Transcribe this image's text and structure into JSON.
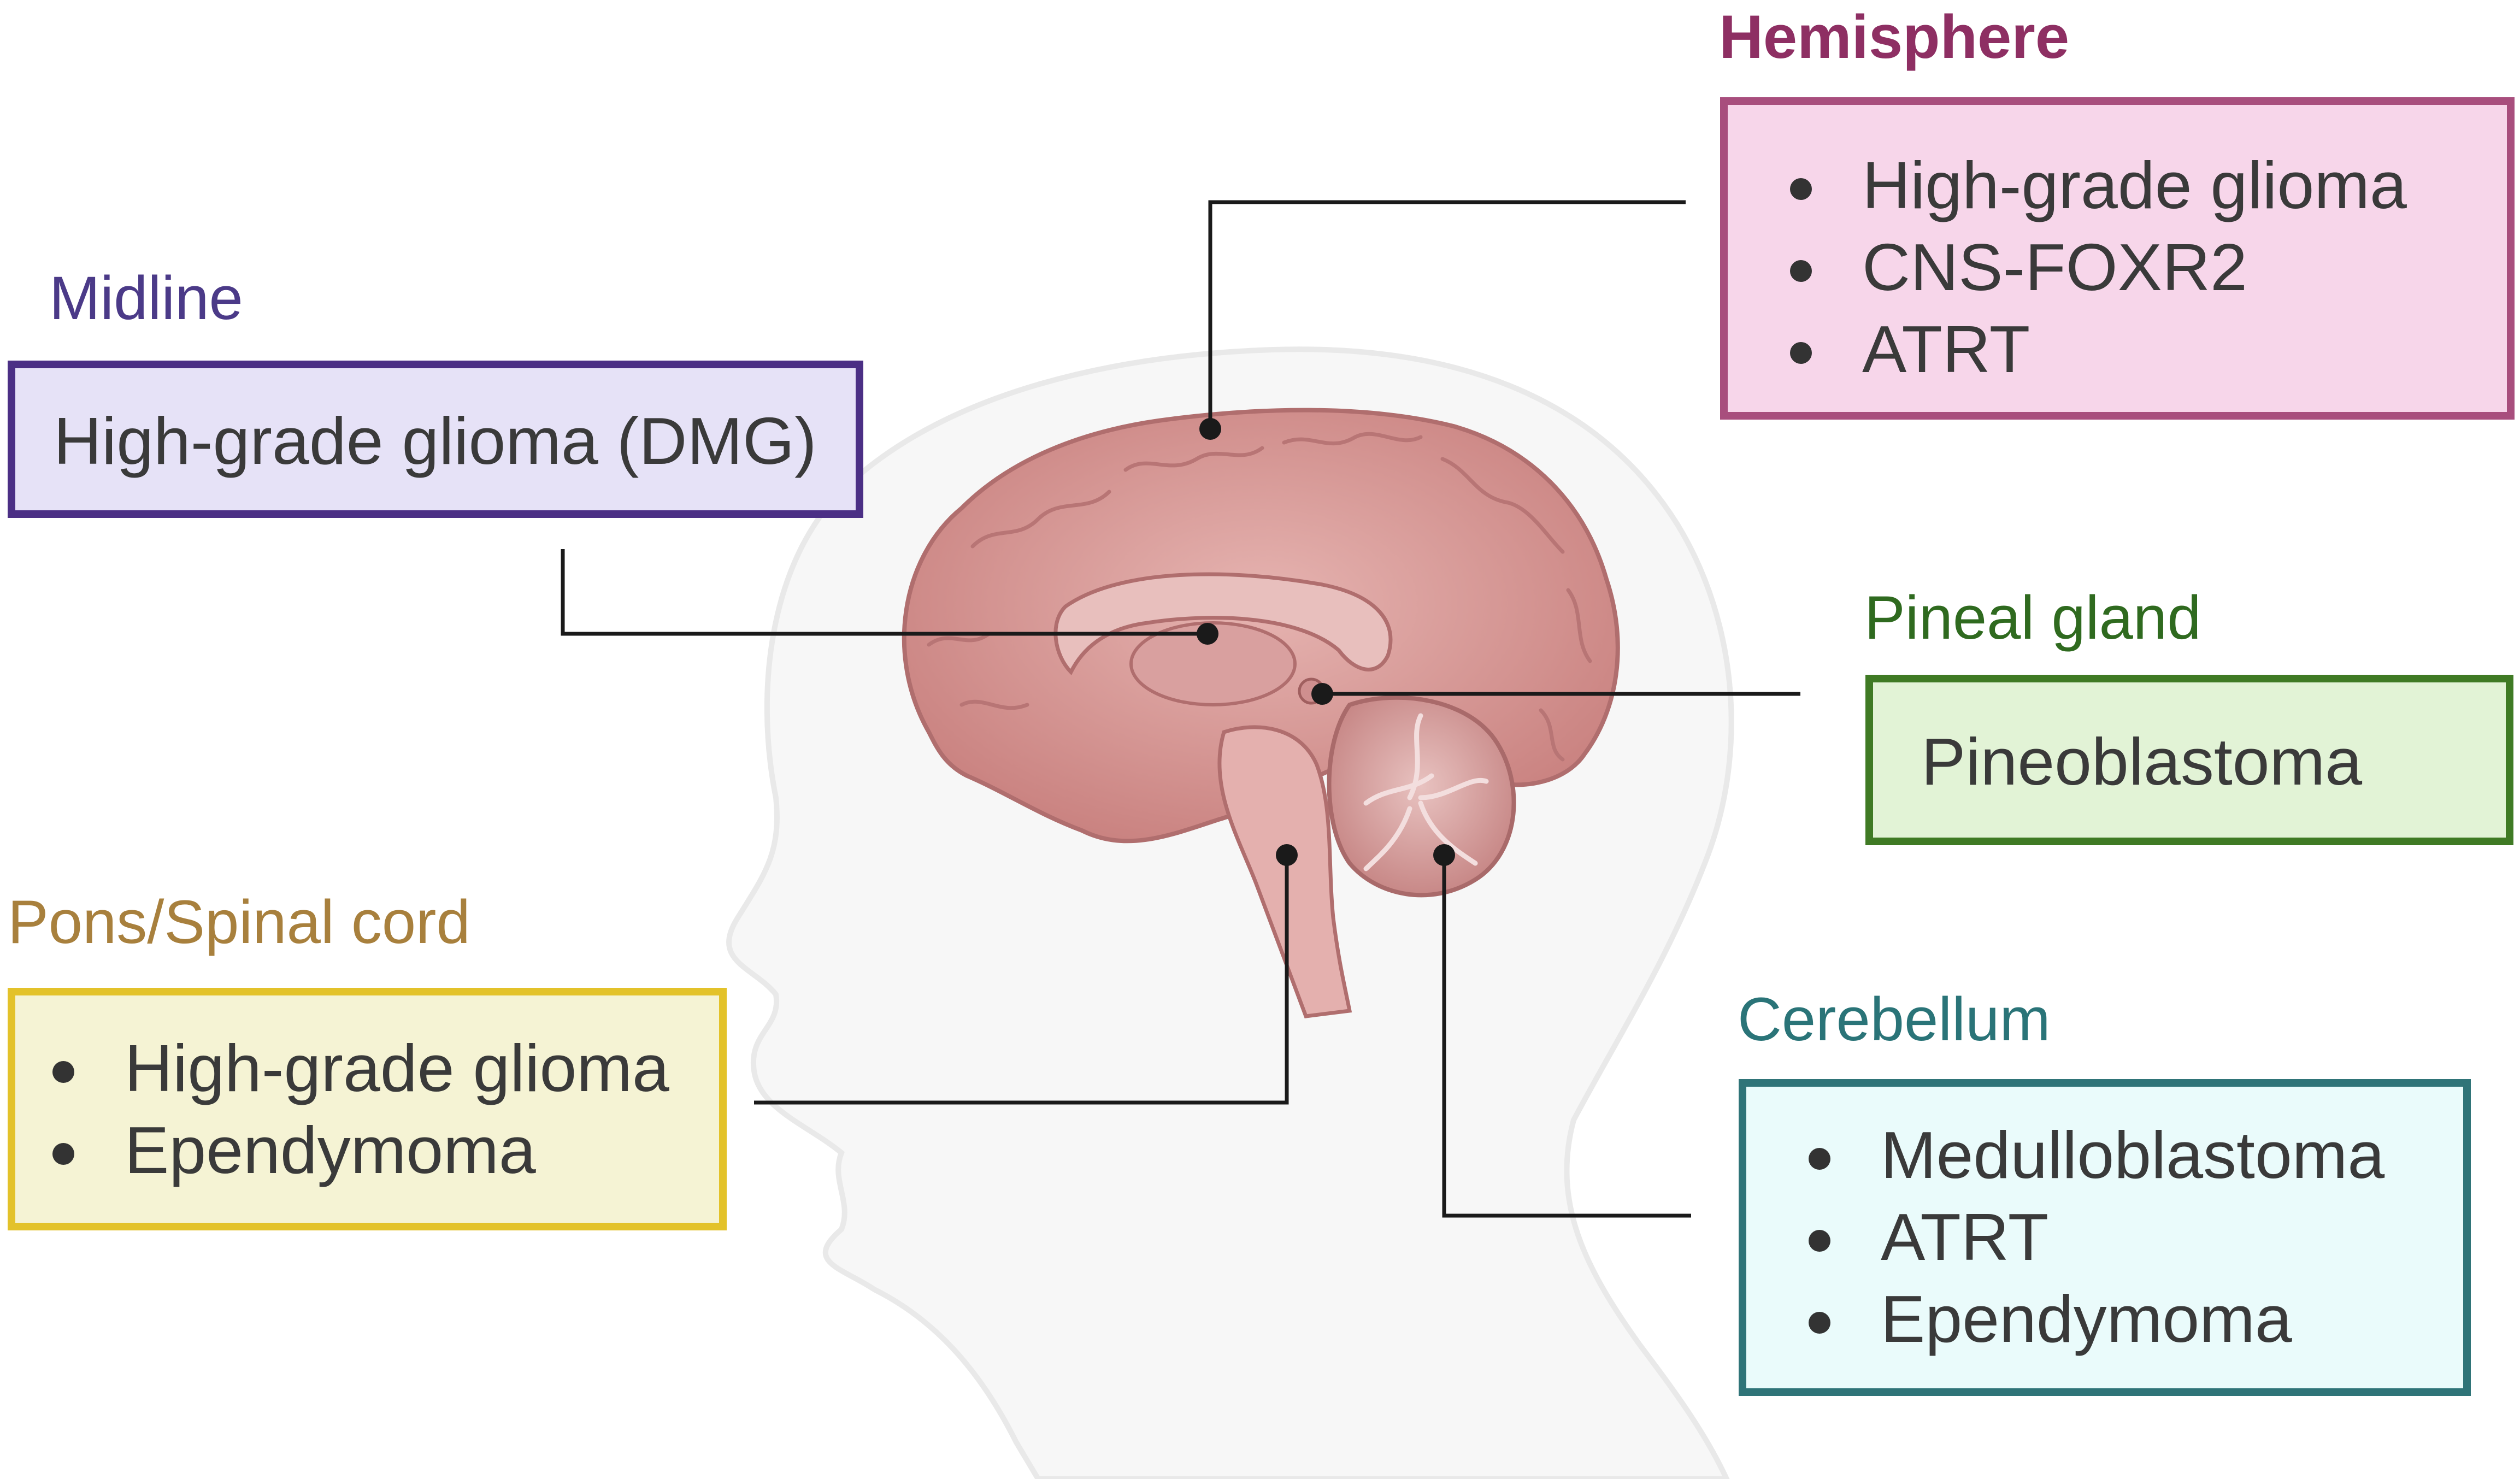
{
  "colors": {
    "hemisphere": "#8e2f63",
    "midline": "#4b3a88",
    "pineal": "#2f6a1f",
    "pons": "#a8803d",
    "cerebellum": "#2a7478",
    "leader_line": "#1a1a1a",
    "brain": "#d89c9c"
  },
  "icons": {
    "brain": "brain-sagittal-icon",
    "head": "infant-head-silhouette-icon"
  },
  "regions": {
    "hemisphere": {
      "title": "Hemisphere",
      "items": [
        "High-grade glioma",
        "CNS-FOXR2",
        "ATRT"
      ]
    },
    "midline": {
      "title": "Midline",
      "text": "High-grade glioma (DMG)"
    },
    "pineal": {
      "title": "Pineal gland",
      "text": "Pineoblastoma"
    },
    "pons": {
      "title": "Pons/Spinal cord",
      "items": [
        "High-grade glioma",
        "Ependymoma"
      ]
    },
    "cerebellum": {
      "title": "Cerebellum",
      "items": [
        "Medulloblastoma",
        "ATRT",
        "Ependymoma"
      ]
    }
  }
}
